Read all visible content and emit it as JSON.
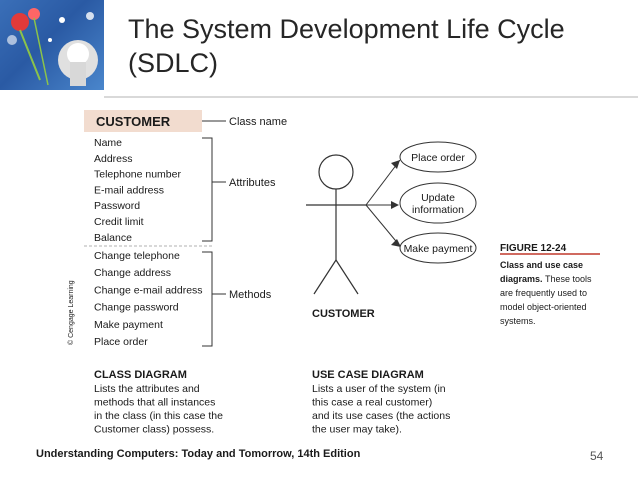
{
  "slide": {
    "title": "The System Development Life Cycle (SDLC)",
    "footer": "Understanding Computers: Today and Tomorrow, 14th Edition",
    "page_number": "54"
  },
  "class_diagram": {
    "class_name": "CUSTOMER",
    "class_name_label": "Class name",
    "attributes_label": "Attributes",
    "methods_label": "Methods",
    "attributes": [
      "Name",
      "Address",
      "Telephone number",
      "E-mail address",
      "Password",
      "Credit limit",
      "Balance"
    ],
    "methods": [
      "Change telephone",
      "Change address",
      "Change e-mail address",
      "Change password",
      "Make payment",
      "Place order"
    ],
    "copyright": "© Cengage Learning",
    "caption_title": "CLASS DIAGRAM",
    "caption_lines": [
      "Lists the attributes and",
      "methods that all instances",
      "in the class (in this case the",
      "Customer class) possess."
    ]
  },
  "use_case_diagram": {
    "actor_label": "CUSTOMER",
    "use_cases": [
      [
        "Place order"
      ],
      [
        "Update",
        "information"
      ],
      [
        "Make payment"
      ]
    ],
    "caption_title": "USE CASE DIAGRAM",
    "caption_lines": [
      "Lists a user of the system (in",
      "this case a real customer)",
      "and its use cases (the actions",
      "the user may take)."
    ]
  },
  "figure_caption": {
    "number": "FIGURE 12-24",
    "bold_lines": [
      "Class and use case",
      "diagrams."
    ],
    "bold_tail": "These tools",
    "lines": [
      "are frequently used to",
      "model object-oriented",
      "systems."
    ]
  },
  "colors": {
    "accent": "#c0392b",
    "class_header_bg": "#f2dccf",
    "logo_blue": "#3a6fb8"
  }
}
